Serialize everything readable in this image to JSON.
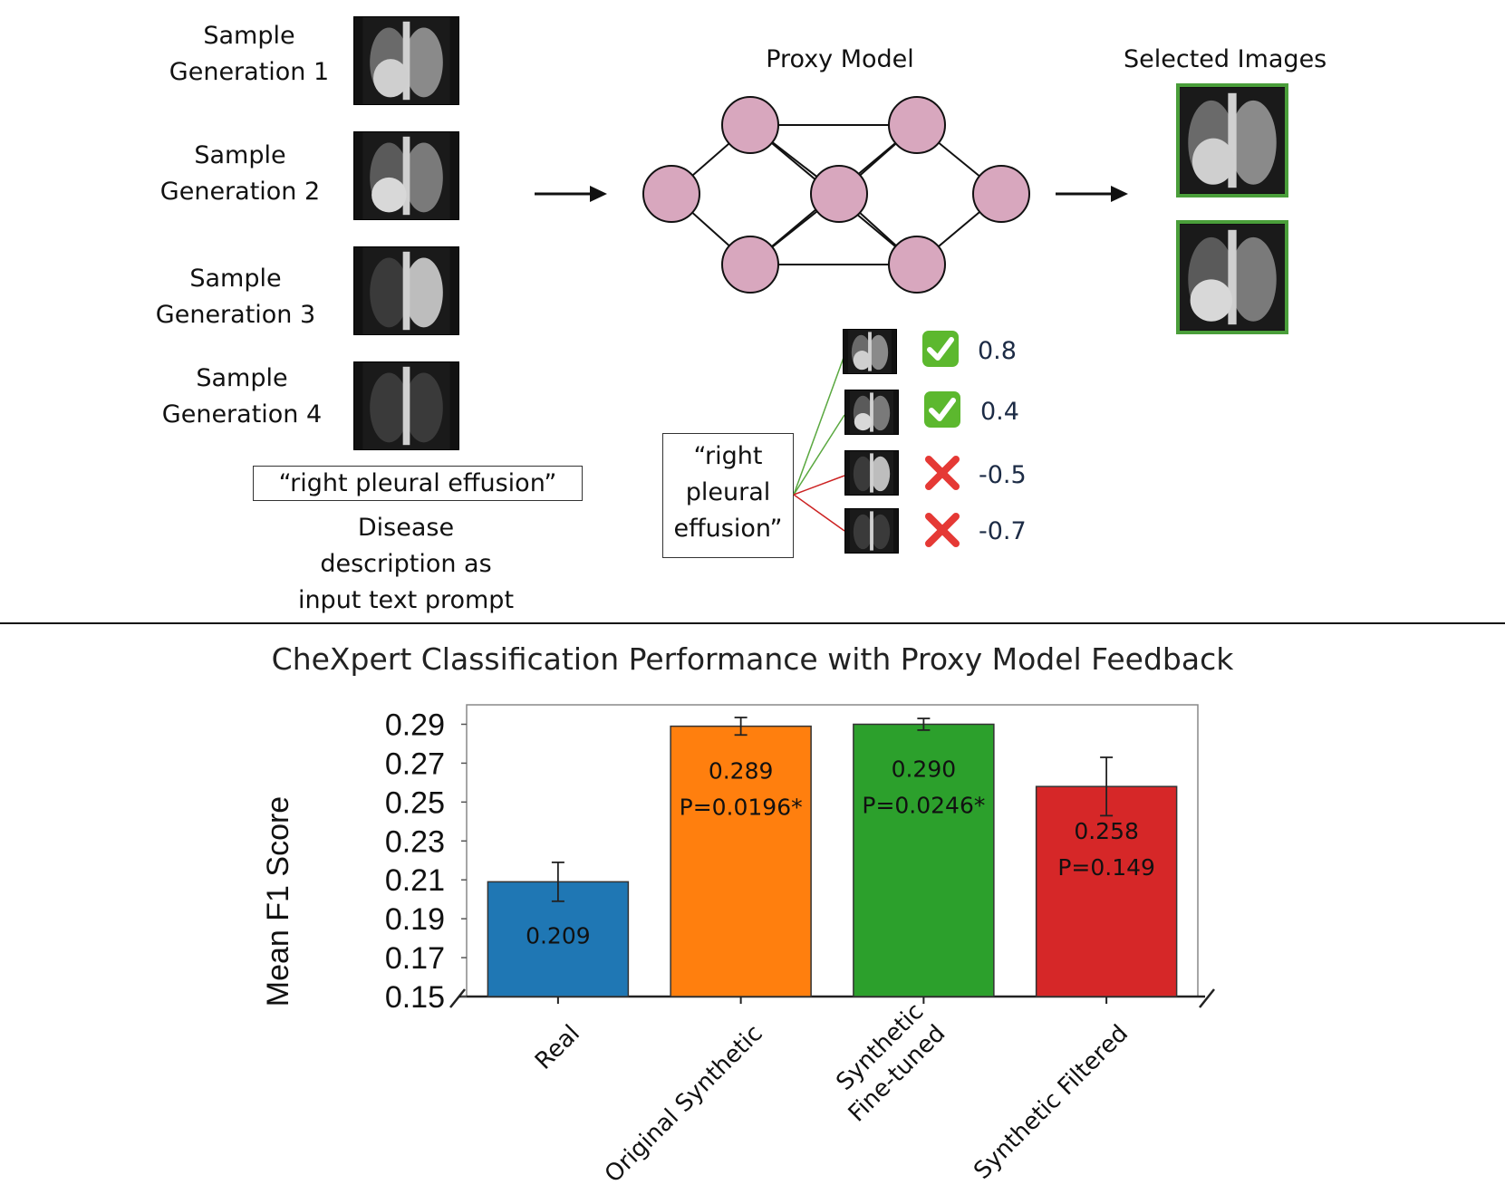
{
  "samples": [
    {
      "line1": "Sample",
      "line2": "Generation 1"
    },
    {
      "line1": "Sample",
      "line2": "Generation 2"
    },
    {
      "line1": "Sample",
      "line2": "Generation 3"
    },
    {
      "line1": "Sample",
      "line2": "Generation 4"
    }
  ],
  "prompt": {
    "text": "“right pleural effusion”",
    "caption_line1": "Disease",
    "caption_line2": "description as",
    "caption_line3": "input text prompt"
  },
  "proxy": {
    "title": "Proxy Model",
    "prompt_line1": "“right",
    "prompt_line2": "pleural",
    "prompt_line3": "effusion”",
    "scores": [
      {
        "value": "0.8",
        "mark": "check-icon"
      },
      {
        "value": "0.4",
        "mark": "check-icon"
      },
      {
        "value": "-0.5",
        "mark": "cross-icon"
      },
      {
        "value": "-0.7",
        "mark": "cross-icon"
      }
    ],
    "node_color": "#d8a7be"
  },
  "selected": {
    "title": "Selected Images"
  },
  "colors": {
    "positive_link": "#5aa840",
    "negative_link": "#cc2222",
    "selected_border": "#4a9e3a"
  },
  "chart_data": {
    "type": "bar",
    "title": "CheXpert Classification Performance with Proxy Model Feedback",
    "ylabel": "Mean F1 Score",
    "ylim": [
      0.15,
      0.3
    ],
    "yticks": [
      "0.29",
      "0.27",
      "0.25",
      "0.23",
      "0.21",
      "0.19",
      "0.17",
      "0.15"
    ],
    "categories": [
      "Real",
      "Original Synthetic",
      "Synthetic\nFine-tuned",
      "Synthetic Filtered"
    ],
    "values": [
      0.209,
      0.289,
      0.29,
      0.258
    ],
    "errors": [
      0.01,
      0.0045,
      0.003,
      0.015
    ],
    "value_labels": [
      "0.209",
      "0.289",
      "0.290",
      "0.258"
    ],
    "p_labels": [
      "",
      "P=0.0196*",
      "P=0.0246*",
      "P=0.149"
    ],
    "colors": [
      "#1f77b4",
      "#ff7f0e",
      "#2ca02c",
      "#d62728"
    ]
  }
}
